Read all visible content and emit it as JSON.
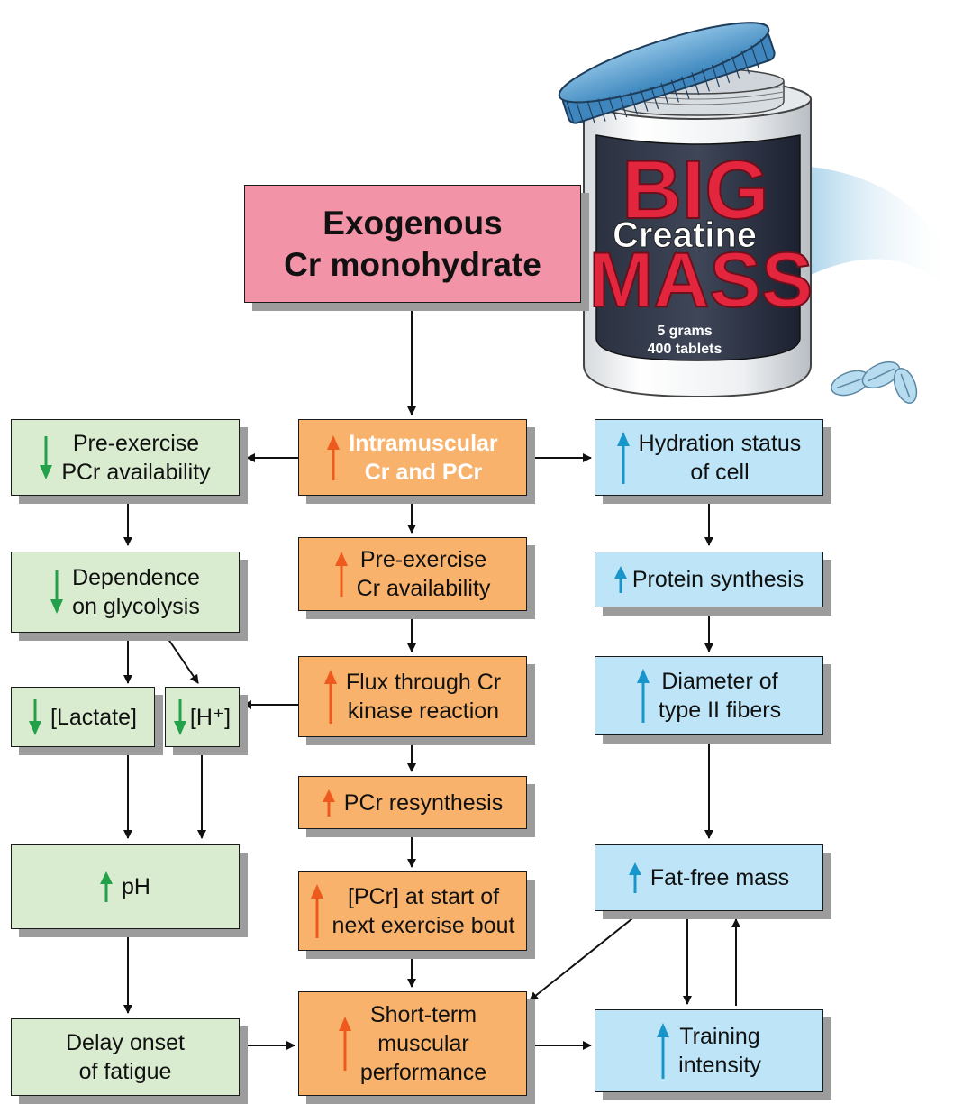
{
  "colors": {
    "green": "#d9ecd0",
    "orange": "#f9b26b",
    "blue": "#bde5f7",
    "pink": "#f293a8",
    "arrow_up_orange": "#ee5a1e",
    "arrow_up_blue": "#1896cc",
    "arrow_down_green": "#22a14a"
  },
  "source": {
    "line1": "Exogenous",
    "line2": "Cr monohydrate"
  },
  "jar": {
    "big": "BIG",
    "creatine": "Creatine",
    "mass": "MASS",
    "grams": "5 grams",
    "tablets": "400 tablets"
  },
  "nodes": {
    "intramuscular": {
      "text": "Intramuscular\nCr and PCr",
      "arrow": "up"
    },
    "pre_pcr": {
      "text": "Pre-exercise\nPCr availability",
      "arrow": "down"
    },
    "hydration": {
      "text": "Hydration status\nof cell",
      "arrow": "up"
    },
    "dependence": {
      "text": "Dependence\non glycolysis",
      "arrow": "down"
    },
    "pre_cr": {
      "text": "Pre-exercise\nCr availability",
      "arrow": "up"
    },
    "protein": {
      "text": "Protein synthesis",
      "arrow": "up"
    },
    "lactate": {
      "text": "[Lactate]",
      "arrow": "down"
    },
    "h_plus": {
      "text": "[H⁺]",
      "arrow": "down"
    },
    "flux": {
      "text": "Flux through Cr\nkinase reaction",
      "arrow": "up"
    },
    "diameter": {
      "text": "Diameter of\ntype II fibers",
      "arrow": "up"
    },
    "resynthesis": {
      "text": "PCr resynthesis",
      "arrow": "up"
    },
    "ph": {
      "text": "pH",
      "arrow": "up"
    },
    "pcr_start": {
      "text": "[PCr] at start of\nnext exercise bout",
      "arrow": "up"
    },
    "fat_free": {
      "text": "Fat-free mass",
      "arrow": "up"
    },
    "delay": {
      "text": "Delay onset\nof fatigue",
      "arrow": "none"
    },
    "performance": {
      "text": "Short-term\nmuscular\nperformance",
      "arrow": "up"
    },
    "training": {
      "text": "Training\nintensity",
      "arrow": "up"
    }
  }
}
